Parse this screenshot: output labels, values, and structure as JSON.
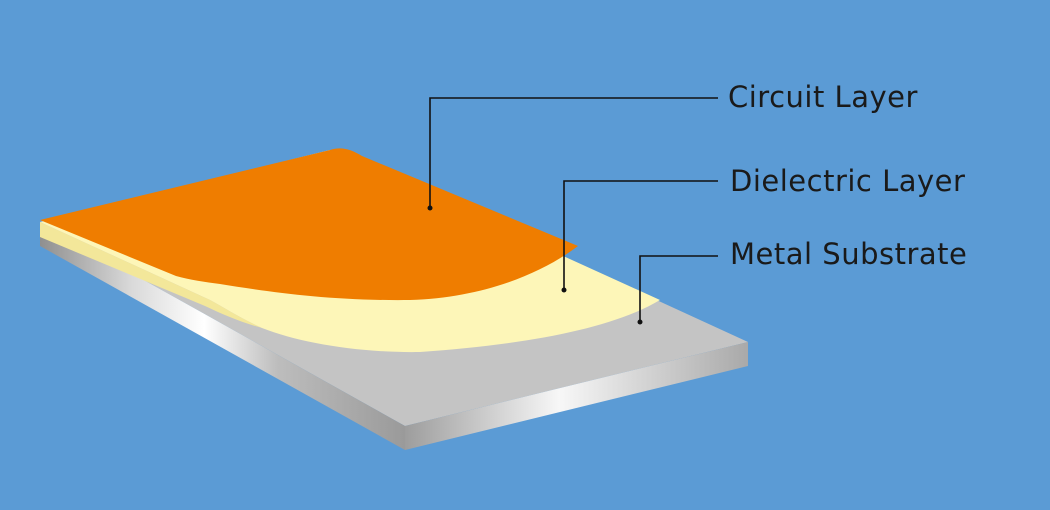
{
  "colors": {
    "background": "#5b9bd5",
    "circuit_layer": "#ef7d00",
    "dielectric_layer": "#fdf6b8",
    "dielectric_edge": "#f3e79a",
    "metal_top": "#c4c4c4",
    "metal_edge_light": "#f4f4f4",
    "metal_edge_dark": "#8a8a8a",
    "leader_line": "#111111"
  },
  "labels": {
    "circuit": "Circuit Layer",
    "dielectric": "Dielectric Layer",
    "metal": "Metal Substrate"
  }
}
